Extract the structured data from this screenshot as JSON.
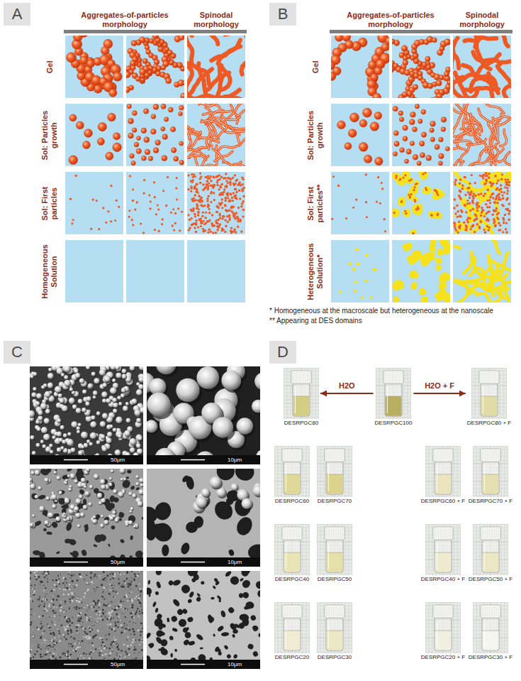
{
  "diagram": {
    "nodes": [
      {
        "text": [
          "A"
        ]
      },
      {
        "text": [
          "B"
        ]
      },
      {
        "text": [
          "C"
        ]
      },
      {
        "text": [
          "D"
        ]
      },
      {
        "text": [
          "DESRPGC80"
        ]
      },
      {
        "text": [
          "DESRPGC100"
        ]
      },
      {
        "text": [
          "DESRPGC80 + F"
        ]
      },
      {
        "text": [
          "DESRPGC60"
        ]
      },
      {
        "text": [
          "DESRPGC70"
        ]
      },
      {
        "text": [
          "DESRPGC60 + F"
        ]
      },
      {
        "text": [
          "DESRPGC70 + F"
        ]
      },
      {
        "text": [
          "DESRPGC40"
        ]
      },
      {
        "text": [
          "DESRPGC50"
        ]
      },
      {
        "text": [
          "DESRPGC40 + F"
        ]
      },
      {
        "text": [
          "DESRPGC50 + F"
        ]
      },
      {
        "text": [
          "DESRPGC20"
        ]
      },
      {
        "text": [
          "DESRPGC30"
        ]
      },
      {
        "text": [
          "DESRPGC20 + F"
        ]
      },
      {
        "text": [
          "DESRPGC30 + F"
        ]
      }
    ],
    "edges": [
      {
        "from": 5,
        "to": 4,
        "arrow": "to",
        "label": "H2O"
      },
      {
        "from": 5,
        "to": 6,
        "arrow": "to",
        "label": "H2O + F"
      }
    ],
    "labels": [
      "Aggregates-of-particles morphology",
      "Spinodal morphology",
      "Gel",
      "Sol: Particles growth",
      "Sol: First particles",
      "Homogeneous Solution",
      "Aggregates-of-particles morphology",
      "Spinodal morphology",
      "Gel",
      "Sol: Particles growth",
      "Sol: First particles**",
      "Heterogeneous Solution*",
      "* Homogeneous at the macroscale but heterogeneous at the nanoscale",
      "** Appearing at DES domains",
      "50μm",
      "10μm",
      "50μm",
      "10μm",
      "50μm",
      "10μm"
    ]
  }
}
